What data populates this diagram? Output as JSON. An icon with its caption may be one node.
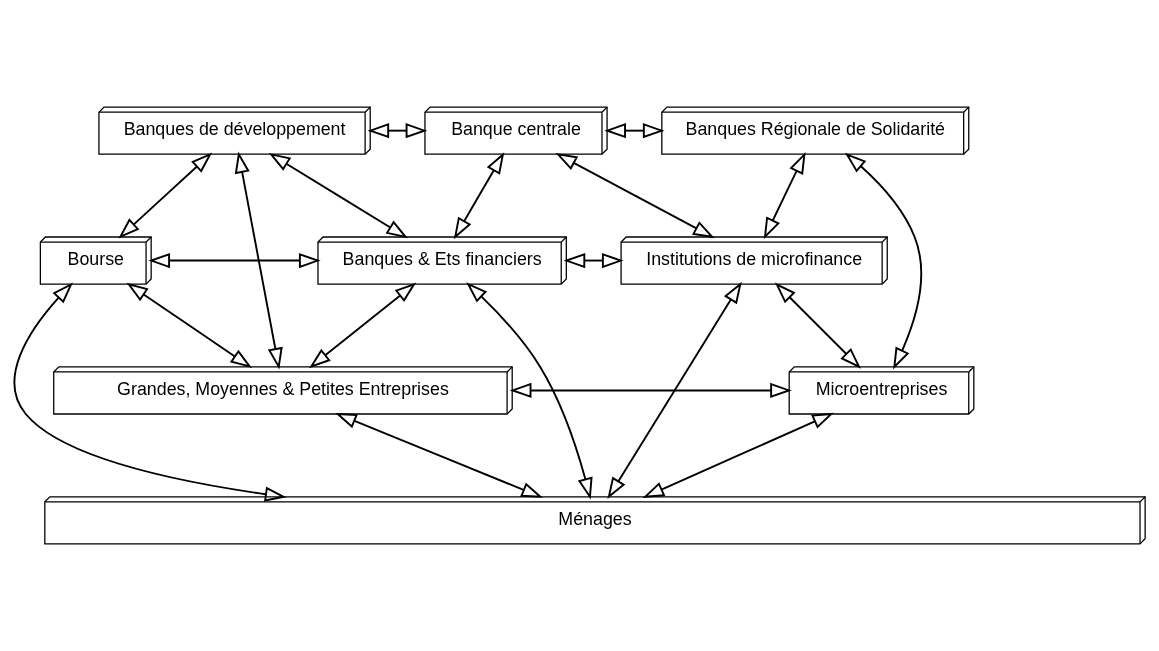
{
  "diagram": {
    "nodes": [
      {
        "text": [
          "Banques de développement"
        ]
      },
      {
        "text": [
          "Banque centrale"
        ]
      },
      {
        "text": [
          "Banques Régionale de Solidarité"
        ]
      },
      {
        "text": [
          "Bourse"
        ]
      },
      {
        "text": [
          "Banques & Ets financiers"
        ]
      },
      {
        "text": [
          "Institutions de microfinance"
        ]
      },
      {
        "text": [
          "Grandes, Moyennes & Petites Entreprises"
        ]
      },
      {
        "text": [
          "Microentreprises"
        ]
      },
      {
        "text": [
          "Ménages"
        ]
      }
    ],
    "edges": [
      {
        "from": 0,
        "to": 1,
        "arrow": "both"
      },
      {
        "from": 1,
        "to": 2,
        "arrow": "both"
      },
      {
        "from": 0,
        "to": 3,
        "arrow": "both"
      },
      {
        "from": 0,
        "to": 6,
        "arrow": "both"
      },
      {
        "from": 0,
        "to": 4,
        "arrow": "both"
      },
      {
        "from": 1,
        "to": 4,
        "arrow": "both"
      },
      {
        "from": 1,
        "to": 5,
        "arrow": "both"
      },
      {
        "from": 2,
        "to": 5,
        "arrow": "both"
      },
      {
        "from": 2,
        "to": 7,
        "arrow": "both"
      },
      {
        "from": 3,
        "to": 4,
        "arrow": "both"
      },
      {
        "from": 4,
        "to": 5,
        "arrow": "both"
      },
      {
        "from": 3,
        "to": 6,
        "arrow": "both"
      },
      {
        "from": 3,
        "to": 8,
        "arrow": "both"
      },
      {
        "from": 4,
        "to": 6,
        "arrow": "both"
      },
      {
        "from": 4,
        "to": 8,
        "arrow": "both"
      },
      {
        "from": 5,
        "to": 8,
        "arrow": "both"
      },
      {
        "from": 5,
        "to": 7,
        "arrow": "both"
      },
      {
        "from": 6,
        "to": 7,
        "arrow": "both"
      },
      {
        "from": 6,
        "to": 8,
        "arrow": "both"
      },
      {
        "from": 7,
        "to": 8,
        "arrow": "both"
      }
    ]
  }
}
